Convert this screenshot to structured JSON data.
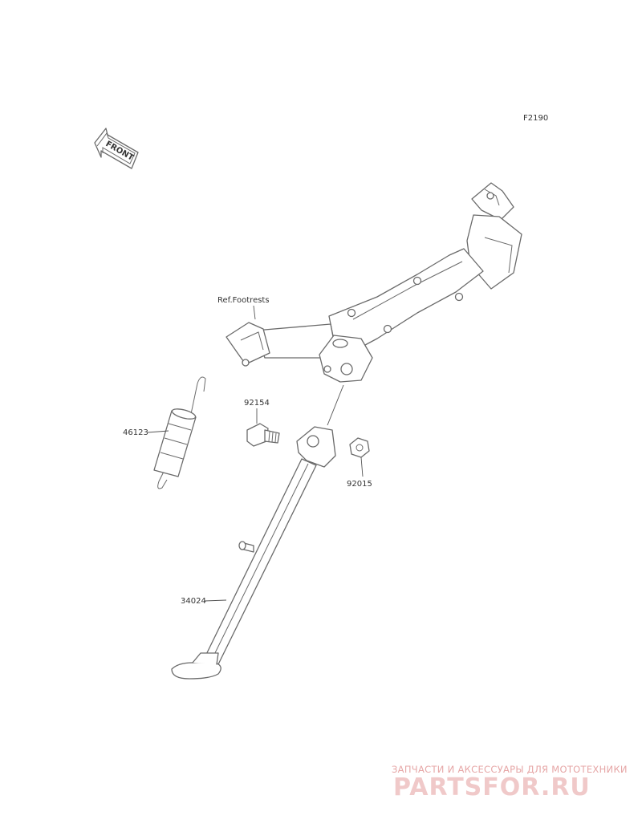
{
  "diagram_code": "F2190",
  "front_label": "FRONT",
  "ref_label": "Ref.Footrests",
  "parts": {
    "spring": "46123",
    "bolt": "92154",
    "nut": "92015",
    "stand": "34024"
  },
  "watermark": {
    "tagline": "ЗАПЧАСТИ И АКСЕССУАРЫ ДЛЯ МОТОТЕХНИКИ",
    "brand": "PARTSFOR.RU"
  }
}
